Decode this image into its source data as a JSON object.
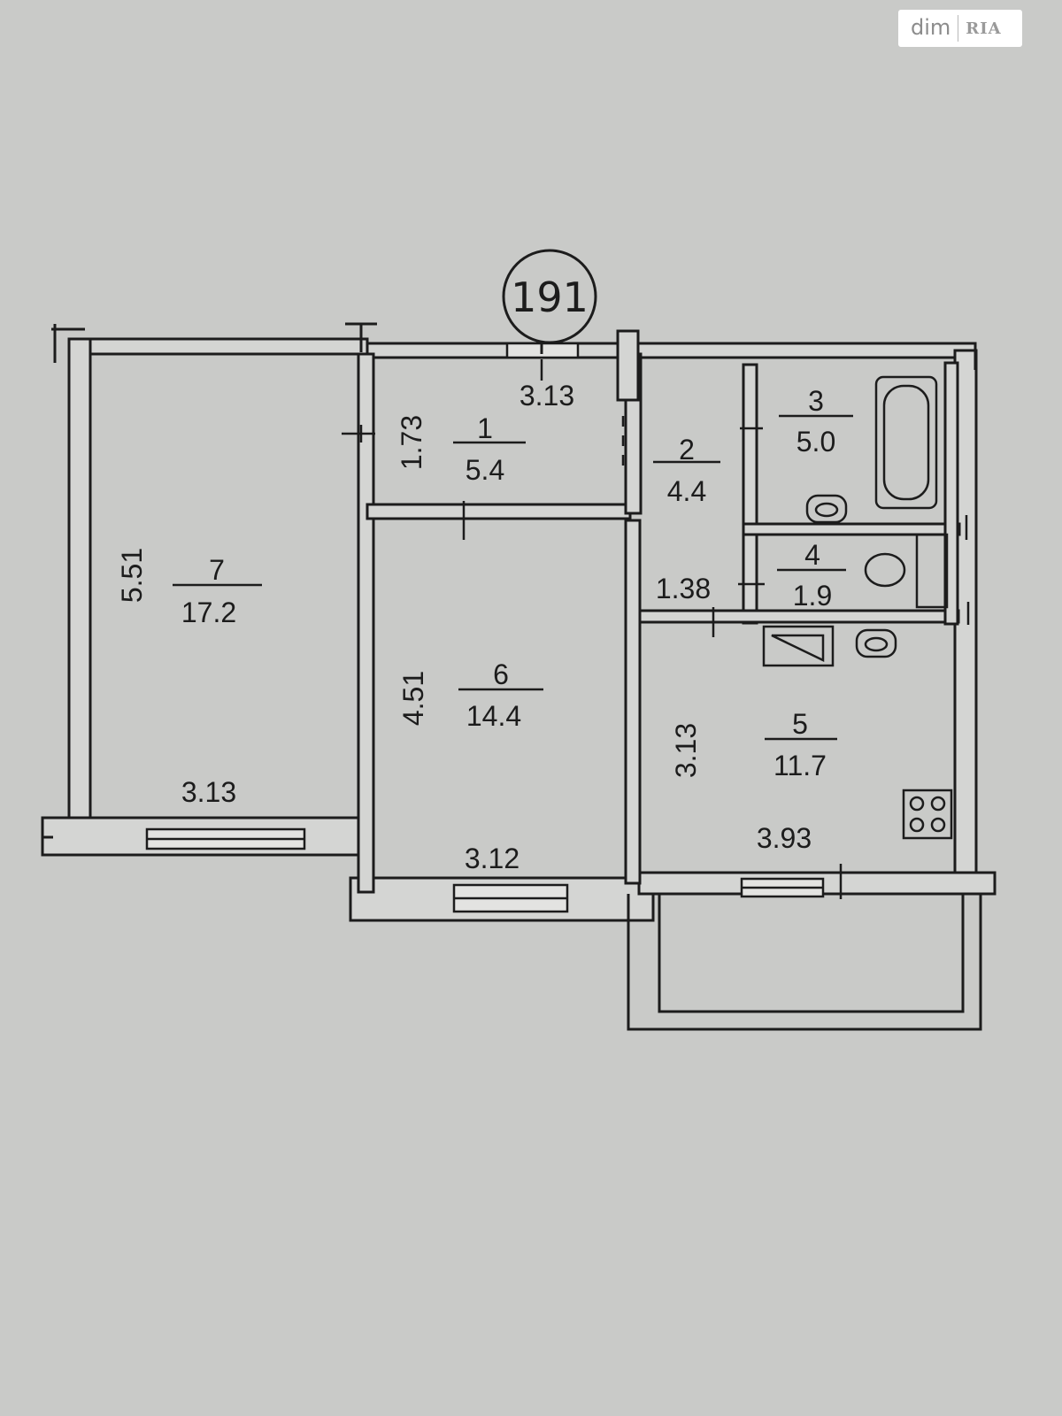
{
  "plan_number": "191",
  "watermark": {
    "brand": "dim",
    "sub": "RIA"
  },
  "rooms": [
    {
      "id": "1",
      "area": "5.4"
    },
    {
      "id": "2",
      "area": "4.4"
    },
    {
      "id": "3",
      "area": "5.0"
    },
    {
      "id": "4",
      "area": "1.9"
    },
    {
      "id": "5",
      "area": "11.7"
    },
    {
      "id": "6",
      "area": "14.4"
    },
    {
      "id": "7",
      "area": "17.2"
    }
  ],
  "dimensions": {
    "hall_width": "3.13",
    "hall_depth": "1.73",
    "corridor_width": "1.38",
    "room7_length": "5.51",
    "room7_width": "3.13",
    "room6_length": "4.51",
    "room6_width": "3.12",
    "room5_length": "3.13",
    "room5_width": "3.93"
  },
  "colors": {
    "background": "#c9cac8",
    "ink": "#1c1c1c",
    "wall_fill": "#d4d5d3"
  }
}
